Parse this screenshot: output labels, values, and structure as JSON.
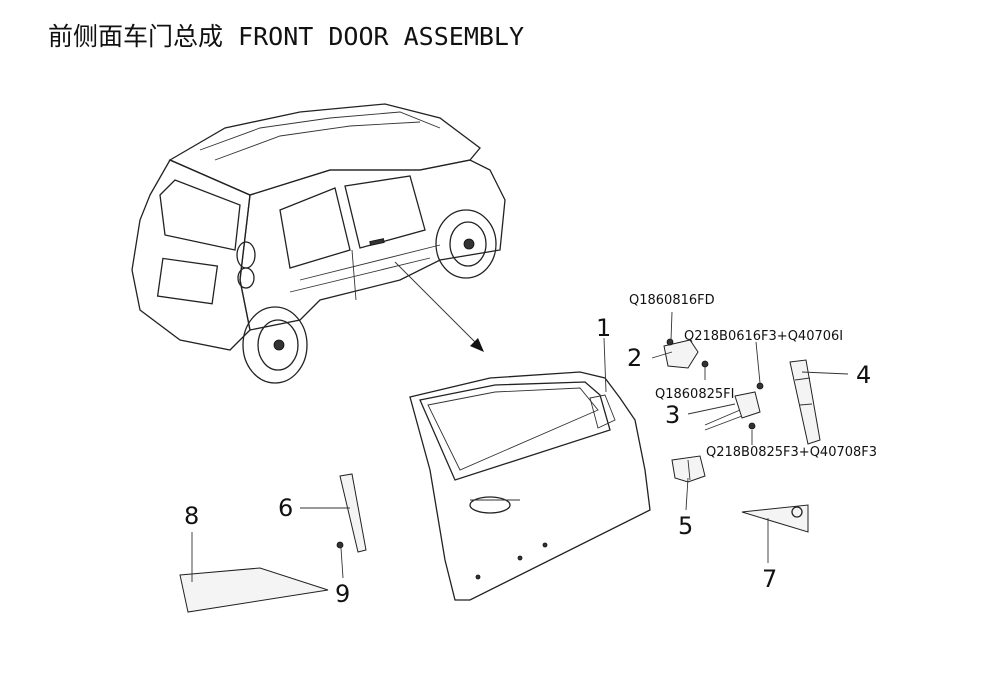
{
  "title": "前侧面车门总成 FRONT DOOR ASSEMBLY",
  "callouts": [
    "1",
    "2",
    "3",
    "4",
    "5",
    "6",
    "7",
    "8",
    "9"
  ],
  "part_numbers": [
    "Q1860816FD",
    "Q218B0616F3+Q40706I",
    "Q1860825FI",
    "Q218B0825F3+Q40708F3"
  ],
  "colors": {
    "line": "#222222",
    "background": "#ffffff"
  }
}
